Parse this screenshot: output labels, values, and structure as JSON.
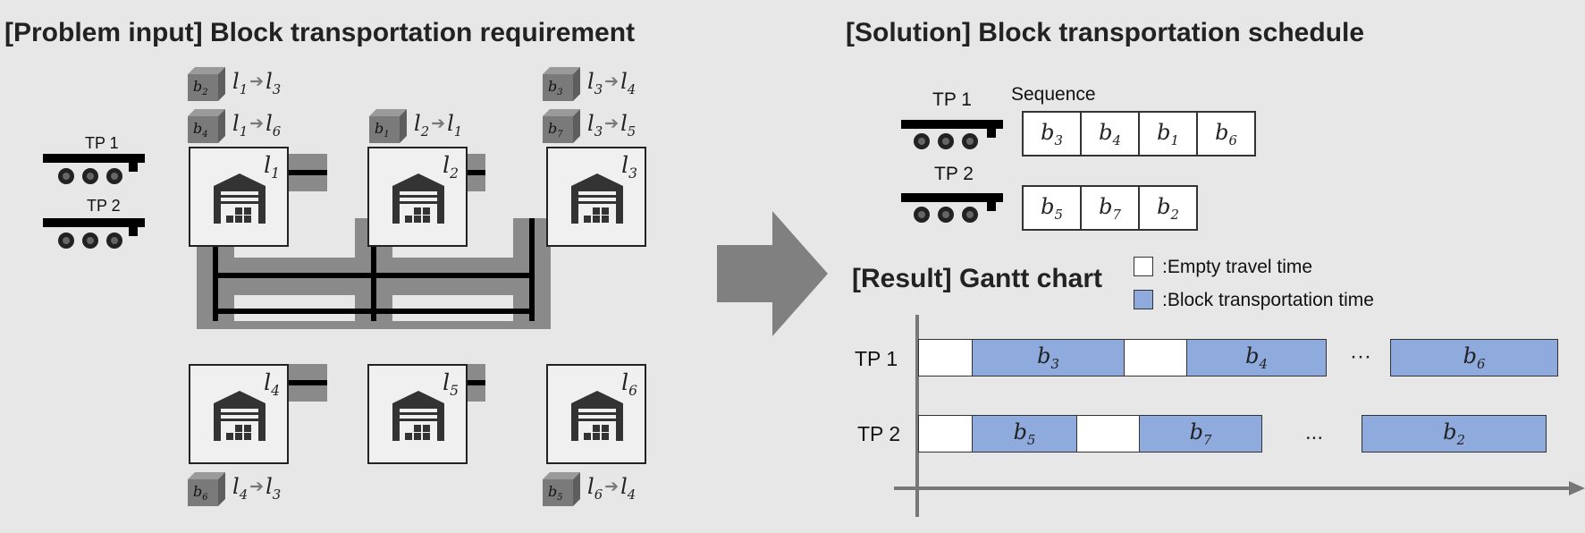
{
  "left": {
    "title": "[Problem input] Block transportation requirement",
    "transporters": [
      {
        "label": "TP 1"
      },
      {
        "label": "TP 2"
      }
    ],
    "locations": [
      {
        "name": "l",
        "sub": "1"
      },
      {
        "name": "l",
        "sub": "2"
      },
      {
        "name": "l",
        "sub": "3"
      },
      {
        "name": "l",
        "sub": "4"
      },
      {
        "name": "l",
        "sub": "5"
      },
      {
        "name": "l",
        "sub": "6"
      }
    ],
    "requirements": [
      {
        "block": "b",
        "block_sub": "2",
        "from_sub": "1",
        "to_sub": "3"
      },
      {
        "block": "b",
        "block_sub": "4",
        "from_sub": "1",
        "to_sub": "6"
      },
      {
        "block": "b",
        "block_sub": "1",
        "from_sub": "2",
        "to_sub": "1"
      },
      {
        "block": "b",
        "block_sub": "3",
        "from_sub": "3",
        "to_sub": "4"
      },
      {
        "block": "b",
        "block_sub": "7",
        "from_sub": "3",
        "to_sub": "5"
      },
      {
        "block": "b",
        "block_sub": "6",
        "from_sub": "4",
        "to_sub": "3"
      },
      {
        "block": "b",
        "block_sub": "5",
        "from_sub": "6",
        "to_sub": "4"
      }
    ],
    "loc_letter": "l",
    "arrow_glyph": "➔"
  },
  "right": {
    "title": "[Solution] Block transportation schedule",
    "sequence_label": "Sequence",
    "sequences": [
      {
        "tp": "TP 1",
        "blocks": [
          "3",
          "4",
          "1",
          "6"
        ]
      },
      {
        "tp": "TP 2",
        "blocks": [
          "5",
          "7",
          "2"
        ]
      }
    ],
    "gantt_title": "[Result] Gantt chart",
    "legend": [
      {
        "label": ":Empty travel time",
        "color": "#ffffff"
      },
      {
        "label": ":Block transportation time",
        "color": "#8faadc"
      }
    ],
    "gantt_rows": [
      {
        "tp": "TP 1",
        "bars": [
          {
            "type": "empty",
            "label": ""
          },
          {
            "type": "block",
            "label": "3"
          },
          {
            "type": "empty",
            "label": ""
          },
          {
            "type": "block",
            "label": "4"
          },
          {
            "type": "ellipsis",
            "label": "···"
          },
          {
            "type": "block",
            "label": "6"
          }
        ]
      },
      {
        "tp": "TP 2",
        "bars": [
          {
            "type": "empty",
            "label": ""
          },
          {
            "type": "block",
            "label": "5"
          },
          {
            "type": "empty",
            "label": ""
          },
          {
            "type": "block",
            "label": "7"
          },
          {
            "type": "ellipsis",
            "label": "..."
          },
          {
            "type": "block",
            "label": "2"
          }
        ]
      }
    ]
  },
  "colors": {
    "block_fill": "#8faadc",
    "arrow": "#808080",
    "road_gray": "#8a8a8a",
    "road_black": "#000000",
    "cube": "#7a7a7a"
  },
  "icons": [
    "warehouse-icon",
    "transporter-icon",
    "block-cube-icon",
    "big-right-arrow-icon"
  ]
}
